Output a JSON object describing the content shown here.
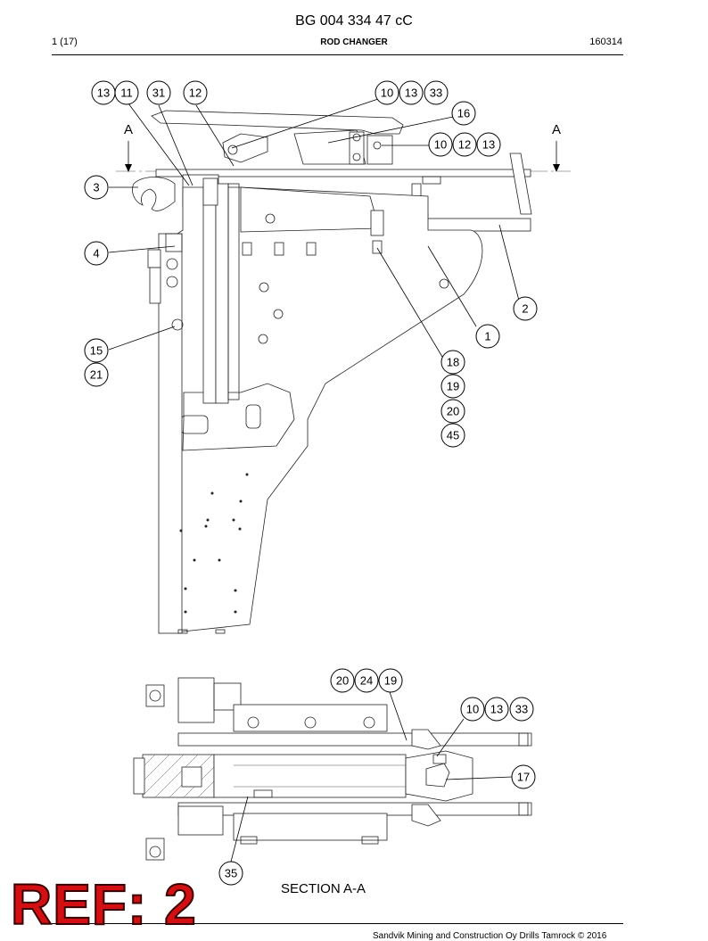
{
  "header": {
    "doc_number": "BG 004 334 47 cC",
    "page": "1 (17)",
    "title": "ROD CHANGER",
    "code": "160314"
  },
  "section_markers": {
    "left": "A",
    "right": "A"
  },
  "balloons": {
    "b13a": "13",
    "b11": "11",
    "b31": "31",
    "b12a": "12",
    "b10a": "10",
    "b13b": "13",
    "b33a": "33",
    "b16": "16",
    "b10b": "10",
    "b12b": "12",
    "b13c": "13",
    "b3": "3",
    "b4": "4",
    "b2": "2",
    "b1": "1",
    "b15": "15",
    "b21": "21",
    "b18": "18",
    "b19a": "19",
    "b20a": "20",
    "b45": "45",
    "b20b": "20",
    "b24": "24",
    "b19b": "19",
    "b10c": "10",
    "b13d": "13",
    "b33b": "33",
    "b17": "17",
    "b35": "35"
  },
  "section_label": "SECTION A-A",
  "stamp": "REF: 2",
  "footer": {
    "copyright": "Sandvik Mining and Construction Oy Drills Tamrock © 2016"
  }
}
